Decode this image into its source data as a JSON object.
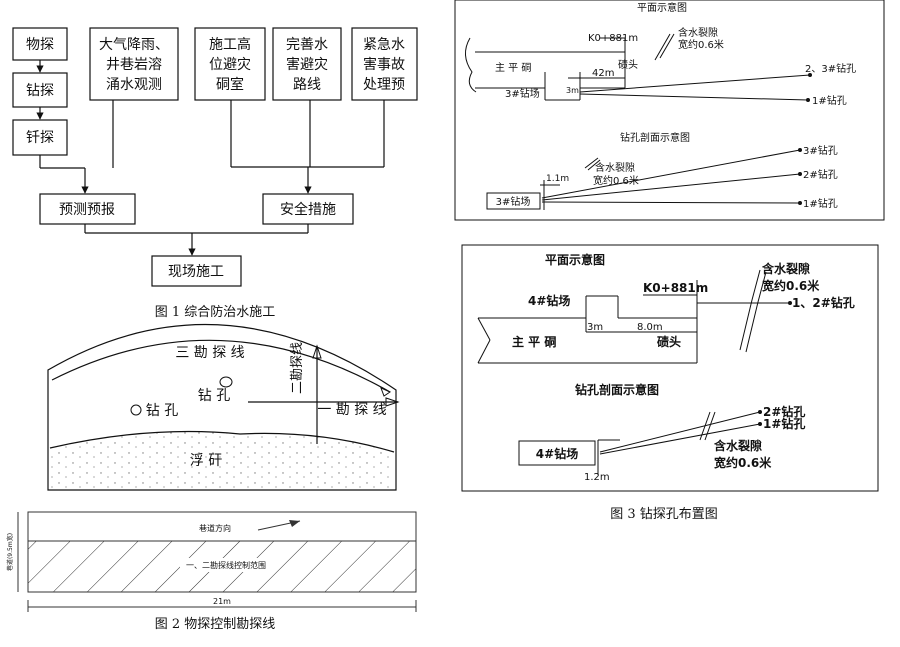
{
  "fig1": {
    "caption": "图 1  综合防治水施工",
    "left_boxes": [
      "物探",
      "钻探",
      "钎探"
    ],
    "box_rain": [
      "大气降雨、",
      "井巷岩溶",
      "涌水观测"
    ],
    "box_shelter": [
      "施工高",
      "位避灾",
      "硐室"
    ],
    "box_route": [
      "完善水",
      "害避灾",
      "路线"
    ],
    "box_emergency": [
      "紧急水",
      "害事故",
      "处理预"
    ],
    "forecast": "预测预报",
    "safety": "安全措施",
    "site": "现场施工"
  },
  "fig2_upper": {
    "line3": "三 勘 探 线",
    "line2_vertical": "二勘探线",
    "line1": "一 勘 探 线",
    "hole_top": "钻 孔",
    "hole_left": "钻 孔",
    "rock": "浮 矸"
  },
  "fig2": {
    "caption": "图 2  物探控制勘探线",
    "direction": "巷道方向",
    "range": "一、二勘探线控制范围",
    "width": "21m",
    "side_label": "巷道(9.5m宽)"
  },
  "fig3_top": {
    "plan_title": "平面示意图",
    "k_label": "K0+881m",
    "fissure": "含水裂隙",
    "fissure_width": "宽约0.6米",
    "tunnel": "主 平 硐",
    "drift": "碛头",
    "dist": "42m",
    "site": "3#钻场",
    "site_depth": "3m",
    "holes_23": "2、3#钻孔",
    "hole_1": "1#钻孔",
    "section_title": "钻孔剖面示意图",
    "sec_fissure": "含水裂隙",
    "sec_width": "宽约0.6米",
    "sec_site": "3#钻场",
    "sec_height": "1.1m",
    "sec_h3": "3#钻孔",
    "sec_h2": "2#钻孔",
    "sec_h1": "1#钻孔"
  },
  "fig3_bottom": {
    "plan_title": "平面示意图",
    "site": "4#钻场",
    "k_label": "K0+881m",
    "fissure": "含水裂隙",
    "fissure_width": "宽约0.6米",
    "holes_12": "1、2#钻孔",
    "depth": "3m",
    "dist": "8.0m",
    "tunnel": "主 平 硐",
    "drift": "碛头",
    "section_title": "钻孔剖面示意图",
    "sec_h2": "2#钻孔",
    "sec_h1": "1#钻孔",
    "sec_site": "4#钻场",
    "sec_fissure": "含水裂隙",
    "sec_width": "宽约0.6米",
    "sec_height": "1.2m"
  },
  "fig3": {
    "caption": "图 3  钻探孔布置图"
  }
}
